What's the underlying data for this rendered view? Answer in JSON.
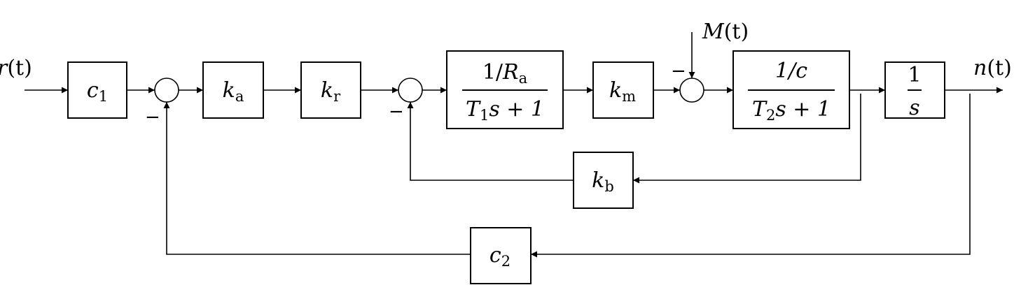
{
  "signals": {
    "input": {
      "name": "r",
      "arg": "(t)"
    },
    "output": {
      "name": "n",
      "arg": "(t)"
    },
    "disturbance": {
      "name": "M",
      "arg": "(t)"
    }
  },
  "blocks": {
    "c1": {
      "base": "c",
      "sub": "1"
    },
    "ka": {
      "base": "k",
      "sub": "a"
    },
    "kr": {
      "base": "k",
      "sub": "r"
    },
    "armature": {
      "num_a": "1/",
      "num_b": "R",
      "num_sub": "a",
      "den_a": "T",
      "den_sub": "1",
      "den_b": "s + 1"
    },
    "km": {
      "base": "k",
      "sub": "m"
    },
    "mech": {
      "num": "1/c",
      "den_a": "T",
      "den_sub": "2",
      "den_b": "s + 1"
    },
    "integrator": {
      "num": "1",
      "den": "s"
    },
    "kb": {
      "base": "k",
      "sub": "b"
    },
    "c2": {
      "base": "c",
      "sub": "2"
    }
  },
  "signs": {
    "sum1_feedback": "−",
    "sum2_feedback": "−",
    "sum3_disturbance": "−"
  }
}
